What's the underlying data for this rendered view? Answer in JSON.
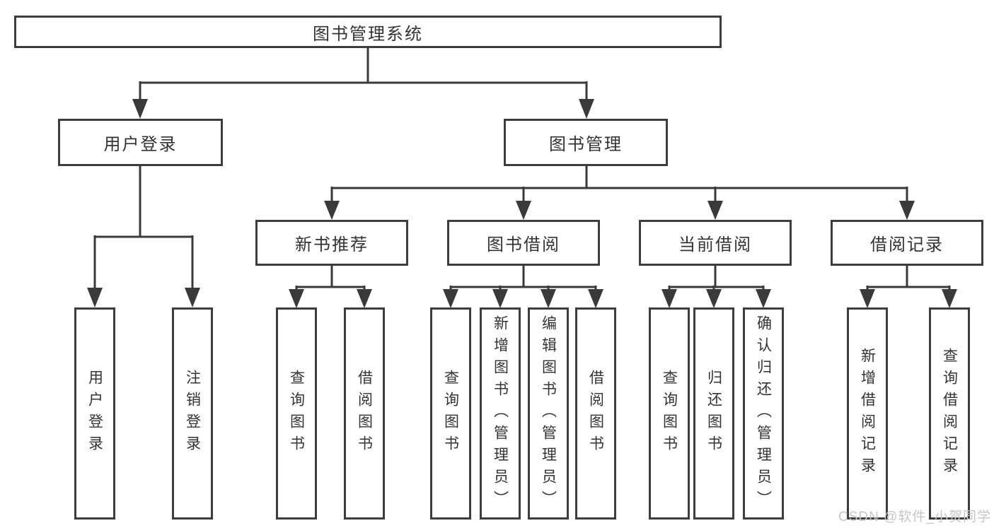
{
  "tree": {
    "root": "图书管理系统",
    "branches": [
      {
        "label": "用户登录",
        "children": [
          "用户登录",
          "注销登录"
        ]
      },
      {
        "label": "图书管理",
        "groups": [
          {
            "label": "新书推荐",
            "children": [
              "查询图书",
              "借阅图书"
            ]
          },
          {
            "label": "图书借阅",
            "children": [
              "查询图书",
              "新增图书（管理员）",
              "编辑图书（管理员）",
              "借阅图书"
            ]
          },
          {
            "label": "当前借阅",
            "children": [
              "查询图书",
              "归还图书",
              "确认归还（管理员）"
            ]
          },
          {
            "label": "借阅记录",
            "children": [
              "新增借阅记录",
              "查询借阅记录"
            ]
          }
        ]
      }
    ]
  },
  "watermark": "CSDN @软件_小贺同学",
  "colors": {
    "line": "#3a3a3a",
    "box_border": "#3d3d3d",
    "text": "#333333",
    "watermark": "#c6c6c6",
    "background": "#ffffff"
  }
}
